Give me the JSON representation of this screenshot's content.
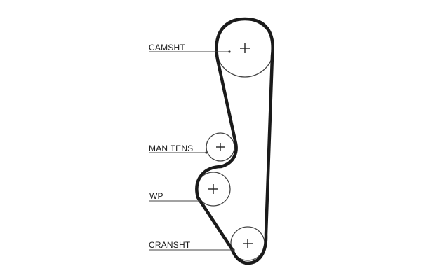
{
  "diagram": {
    "belt_color": "#1a1a1a",
    "line_color": "#444444",
    "pulleys": [
      {
        "id": "camshaft",
        "label": "CAMSHT"
      },
      {
        "id": "tensioner",
        "label": "MAN TENS"
      },
      {
        "id": "water_pump",
        "label": "WP"
      },
      {
        "id": "crankshaft",
        "label": "CRANSHT"
      }
    ]
  }
}
